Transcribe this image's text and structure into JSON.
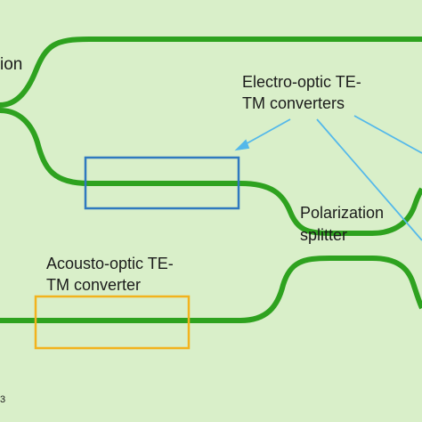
{
  "diagram": {
    "background_color": "#d9efc9",
    "waveguide_color": "#2ea21f",
    "eo_box_color": "#2f79bf",
    "ao_box_color": "#f2b31d",
    "arrow_color": "#54b8ea",
    "labels": {
      "left_partial": "ion",
      "eo_line1": "Electro-optic TE-",
      "eo_line2": "TM converters",
      "pol_line1": "Polarization",
      "pol_line2": "splitter",
      "ao_line1": "Acousto-optic TE-",
      "ao_line2": "TM converter",
      "corner_mark": "3"
    }
  }
}
